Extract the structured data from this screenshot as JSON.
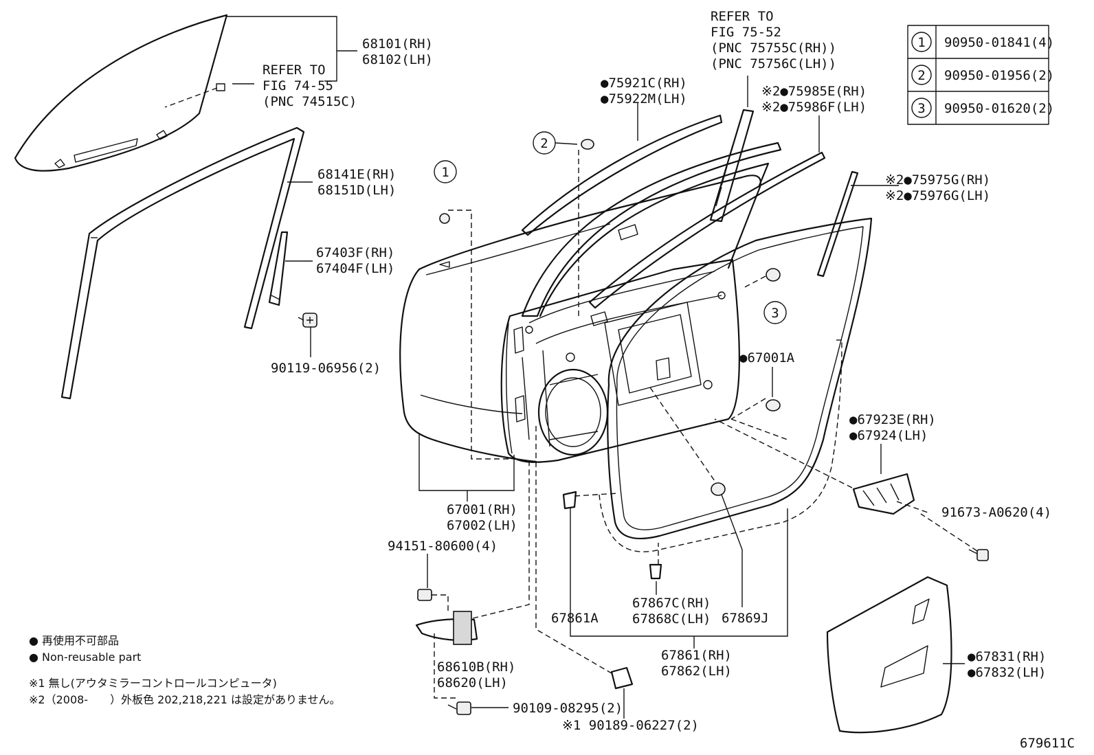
{
  "labels": {
    "glass": [
      "68101(RH)",
      "68102(LH)"
    ],
    "refer_glass": [
      "REFER TO",
      "FIG 74-55",
      "(PNC 74515C)"
    ],
    "refer_top": [
      "REFER TO",
      "FIG 75-52",
      "(PNC 75755C(RH))",
      "(PNC 75756C(LH))"
    ],
    "run_channel": [
      "68141E(RH)",
      "68151D(LH)"
    ],
    "sash": [
      "67403F(RH)",
      "67404F(LH)"
    ],
    "bolt_sash": "90119-06956(2)",
    "moulding_top": [
      "●75921C(RH)",
      "●75922M(LH)"
    ],
    "weather_strip_a": [
      "※2●75985E(RH)",
      "※2●75986F(LH)"
    ],
    "weather_strip_b": [
      "※2●75975G(RH)",
      "※2●75976G(LH)"
    ],
    "panel_plug": "●67001A",
    "door_panel": [
      "67001(RH)",
      "67002(LH)"
    ],
    "cover": [
      "●67923E(RH)",
      "●67924(LH)"
    ],
    "screw_cover": "91673-A0620(4)",
    "nut_check": "94151-80600(4)",
    "check": [
      "68610B(RH)",
      "68620(LH)"
    ],
    "bolt_check": "90109-08295(2)",
    "clip_grommet": "※1 90189-06227(2)",
    "ws_a": "67861A",
    "ws_c": [
      "67867C(RH)",
      "67868C(LH)"
    ],
    "ws_j": "67869J",
    "ws_main": [
      "67861(RH)",
      "67862(LH)"
    ],
    "service_hole_cover": [
      "●67831(RH)",
      "●67832(LH)"
    ],
    "figure_id": "679611C"
  },
  "callouts": [
    "1",
    "2",
    "3"
  ],
  "legend_table": [
    {
      "num": "1",
      "part": "90950-01841(4)"
    },
    {
      "num": "2",
      "part": "90950-01956(2)"
    },
    {
      "num": "3",
      "part": "90950-01620(2)"
    }
  ],
  "notes": [
    "● 再使用不可部品",
    "● Non-reusable part",
    "※1 無し(アウタミラーコントロールコンピュータ)",
    "※2（2008-　　）外板色 202,218,221 は設定がありません。"
  ]
}
